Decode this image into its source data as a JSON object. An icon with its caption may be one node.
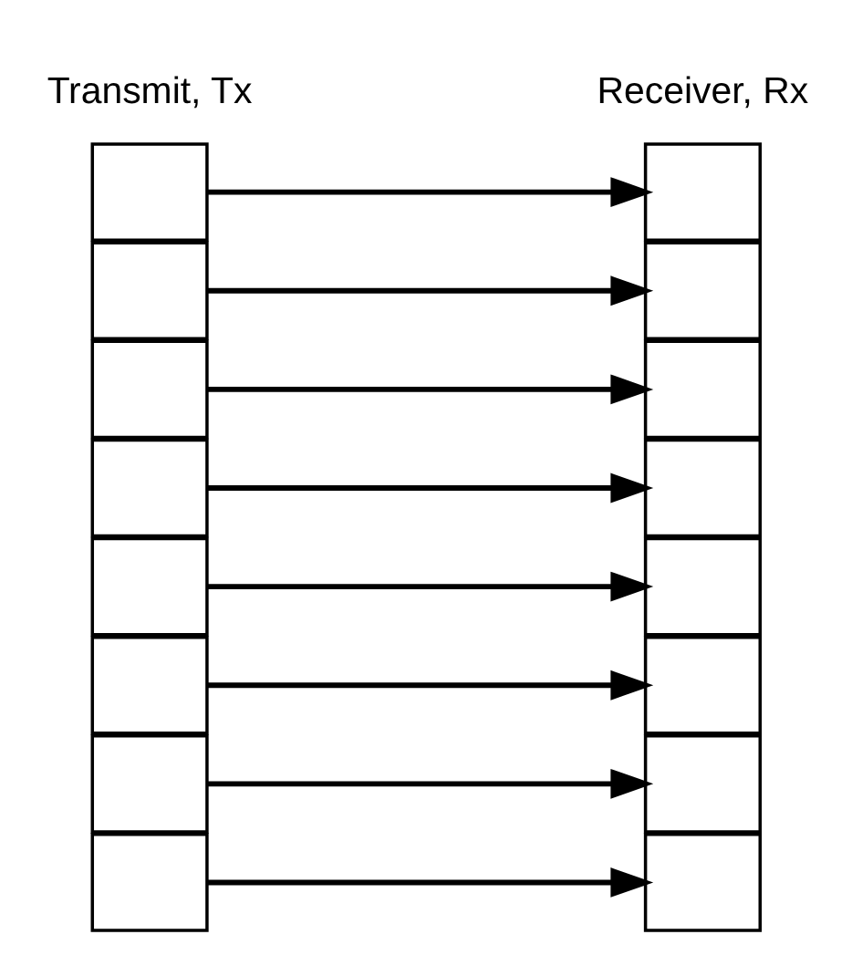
{
  "diagram": {
    "nodes": [
      {
        "text": [],
        "shape": "box"
      },
      {
        "text": [],
        "shape": "box"
      },
      {
        "text": [],
        "shape": "box"
      },
      {
        "text": [],
        "shape": "box"
      },
      {
        "text": [],
        "shape": "box"
      },
      {
        "text": [],
        "shape": "box"
      },
      {
        "text": [],
        "shape": "box"
      },
      {
        "text": [],
        "shape": "box"
      },
      {
        "text": [],
        "shape": "box"
      },
      {
        "text": [],
        "shape": "box"
      },
      {
        "text": [],
        "shape": "box"
      },
      {
        "text": [],
        "shape": "box"
      },
      {
        "text": [],
        "shape": "box"
      },
      {
        "text": [],
        "shape": "box"
      },
      {
        "text": [],
        "shape": "box"
      },
      {
        "text": [],
        "shape": "box"
      }
    ],
    "edges": [
      {
        "from": 0,
        "to": 8,
        "arrow": "to"
      },
      {
        "from": 1,
        "to": 9,
        "arrow": "to"
      },
      {
        "from": 2,
        "to": 10,
        "arrow": "to"
      },
      {
        "from": 3,
        "to": 11,
        "arrow": "to"
      },
      {
        "from": 4,
        "to": 12,
        "arrow": "to"
      },
      {
        "from": 5,
        "to": 13,
        "arrow": "to"
      },
      {
        "from": 6,
        "to": 14,
        "arrow": "to"
      },
      {
        "from": 7,
        "to": 15,
        "arrow": "to"
      }
    ],
    "labels": [
      "Transmit, Tx",
      "Receiver, Rx"
    ]
  }
}
